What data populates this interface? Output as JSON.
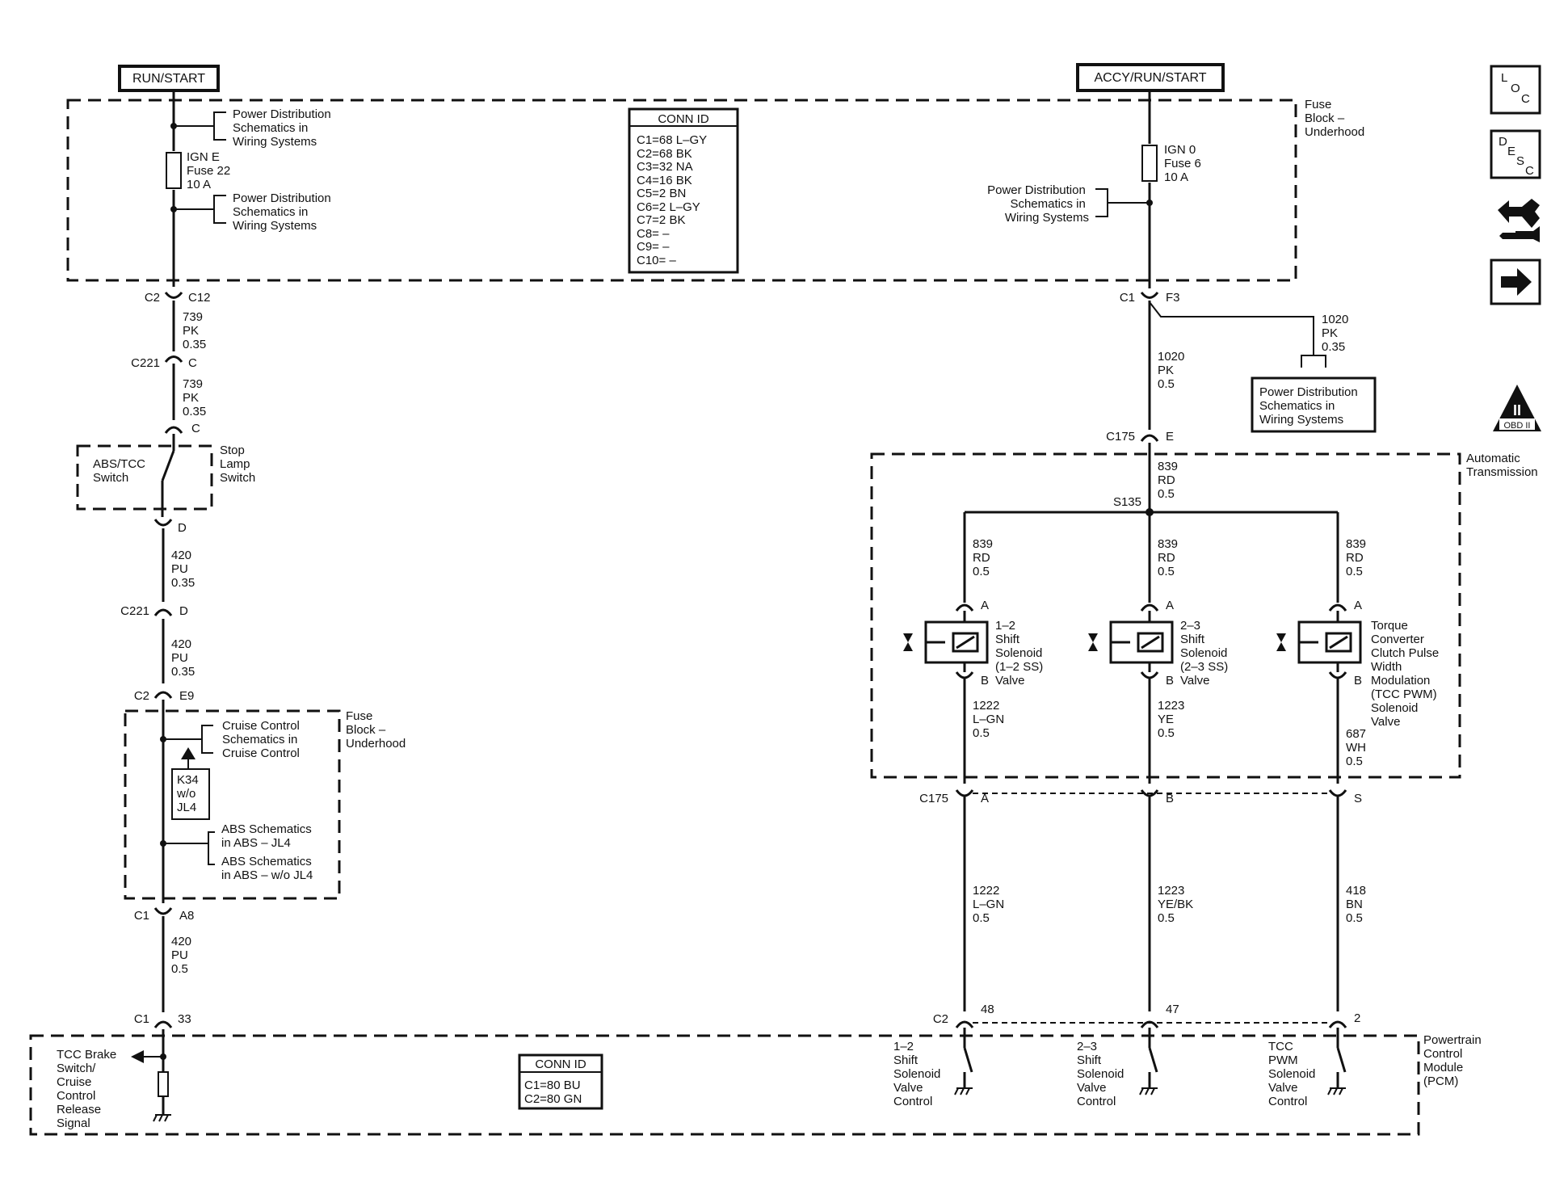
{
  "sources": {
    "run_start": "RUN/START",
    "accy_run_start": "ACCY/RUN/START"
  },
  "fuse_block_top": {
    "line1": "Fuse",
    "line2": "Block –",
    "line3": "Underhood"
  },
  "fuse_block_lower": {
    "line1": "Fuse",
    "line2": "Block –",
    "line3": "Underhood"
  },
  "power_dist": {
    "line1": "Power Distribution",
    "line2": "Schematics in",
    "line3": "Wiring Systems"
  },
  "fuse_ign_e": {
    "line1": "IGN E",
    "line2": "Fuse 22",
    "line3": "10 A"
  },
  "fuse_ign_0": {
    "line1": "IGN 0",
    "line2": "Fuse 6",
    "line3": "10 A"
  },
  "conn_id_top": {
    "title": "CONN ID",
    "rows": [
      "C1=68 L–GY",
      "C2=68 BK",
      "C3=32 NA",
      "C4=16 BK",
      "C5=2 BN",
      "C6=2 L–GY",
      "C7=2 BK",
      "C8= –",
      "C9= –",
      "C10= –"
    ]
  },
  "conn_id_pcm": {
    "title": "CONN ID",
    "rows": [
      "C1=80 BU",
      "C2=80 GN"
    ]
  },
  "left_circuit": {
    "conn1": {
      "a": "C2",
      "b": "C12"
    },
    "wire1": {
      "num": "739",
      "color": "PK",
      "gauge": "0.35"
    },
    "conn2": {
      "a": "C221",
      "b": "C"
    },
    "wire2": {
      "num": "739",
      "color": "PK",
      "gauge": "0.35"
    },
    "conn3": {
      "b": "C"
    },
    "switch": {
      "name1": "ABS/TCC",
      "name2": "Switch",
      "side1": "Stop",
      "side2": "Lamp",
      "side3": "Switch"
    },
    "conn4": {
      "b": "D"
    },
    "wire3": {
      "num": "420",
      "color": "PU",
      "gauge": "0.35"
    },
    "conn5": {
      "a": "C221",
      "b": "D"
    },
    "wire4": {
      "num": "420",
      "color": "PU",
      "gauge": "0.35"
    },
    "conn6": {
      "a": "C2",
      "b": "E9"
    },
    "cruise": {
      "line1": "Cruise Control",
      "line2": "Schematics in",
      "line3": "Cruise Control"
    },
    "k34": {
      "line1": "K34",
      "line2": "w/o",
      "line3": "JL4"
    },
    "abs1": {
      "line1": "ABS Schematics",
      "line2": "in ABS – JL4"
    },
    "abs2": {
      "line1": "ABS Schematics",
      "line2": "in ABS – w/o JL4"
    },
    "conn7": {
      "a": "C1",
      "b": "A8"
    },
    "wire5": {
      "num": "420",
      "color": "PU",
      "gauge": "0.5"
    },
    "conn8": {
      "a": "C1",
      "b": "33"
    }
  },
  "right_feed": {
    "conn1": {
      "a": "C1",
      "b": "F3"
    },
    "branch_wire": {
      "num": "1020",
      "color": "PK",
      "gauge": "0.35"
    },
    "main_wire": {
      "num": "1020",
      "color": "PK",
      "gauge": "0.5"
    },
    "conn2": {
      "a": "C175",
      "b": "E"
    },
    "wire839": {
      "num": "839",
      "color": "RD",
      "gauge": "0.5"
    },
    "splice": "S135"
  },
  "automatic_transmission": {
    "line1": "Automatic",
    "line2": "Transmission"
  },
  "solenoids": [
    {
      "wire_in": {
        "num": "839",
        "color": "RD",
        "gauge": "0.5"
      },
      "pin_a": "A",
      "pin_b": "B",
      "labels": [
        "1–2",
        "Shift",
        "Solenoid",
        "(1–2 SS)",
        "Valve"
      ],
      "wire_out": {
        "num": "1222",
        "color": "L–GN",
        "gauge": "0.5"
      },
      "c175_pin": "A",
      "wire_pcm": {
        "num": "1222",
        "color": "L–GN",
        "gauge": "0.5"
      },
      "c2_pin": "48",
      "pcm_labels": [
        "1–2",
        "Shift",
        "Solenoid",
        "Valve",
        "Control"
      ]
    },
    {
      "wire_in": {
        "num": "839",
        "color": "RD",
        "gauge": "0.5"
      },
      "pin_a": "A",
      "pin_b": "B",
      "labels": [
        "2–3",
        "Shift",
        "Solenoid",
        "(2–3 SS)",
        "Valve"
      ],
      "wire_out": {
        "num": "1223",
        "color": "YE",
        "gauge": "0.5"
      },
      "c175_pin": "B",
      "wire_pcm": {
        "num": "1223",
        "color": "YE/BK",
        "gauge": "0.5"
      },
      "c2_pin": "47",
      "pcm_labels": [
        "2–3",
        "Shift",
        "Solenoid",
        "Valve",
        "Control"
      ]
    },
    {
      "wire_in": {
        "num": "839",
        "color": "RD",
        "gauge": "0.5"
      },
      "pin_a": "A",
      "pin_b": "B",
      "labels": [
        "Torque",
        "Converter",
        "Clutch Pulse",
        "Width",
        "Modulation",
        "(TCC PWM)",
        "Solenoid",
        "Valve"
      ],
      "wire_out": {
        "num": "687",
        "color": "WH",
        "gauge": "0.5"
      },
      "c175_pin": "S",
      "wire_pcm": {
        "num": "418",
        "color": "BN",
        "gauge": "0.5"
      },
      "c2_pin": "2",
      "pcm_labels": [
        "TCC",
        "PWM",
        "Solenoid",
        "Valve",
        "Control"
      ]
    }
  ],
  "c175_label": "C175",
  "c2_label": "C2",
  "pcm": {
    "line1": "Powertrain",
    "line2": "Control",
    "line3": "Module",
    "line4": "(PCM)"
  },
  "tcc_brake": {
    "lines": [
      "TCC Brake",
      "Switch/",
      "Cruise",
      "Control",
      "Release",
      "Signal"
    ]
  },
  "side_icons": {
    "loc_letters": [
      "L",
      "O",
      "C"
    ],
    "desc_letters": [
      "D",
      "E",
      "S",
      "C"
    ],
    "obd": "OBD II",
    "obd_roman": "II"
  }
}
